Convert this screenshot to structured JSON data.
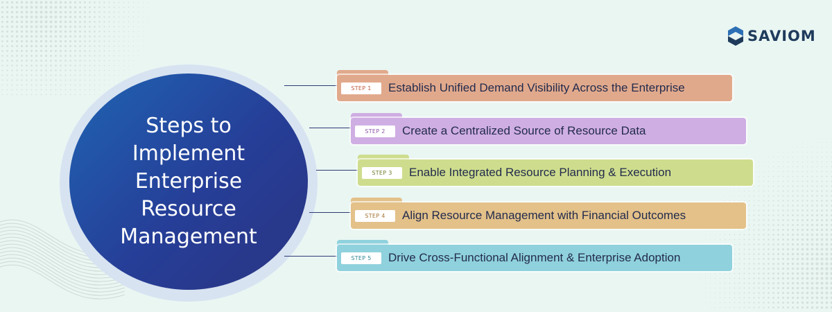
{
  "brand": {
    "name": "SAVIOM"
  },
  "center": {
    "title": "Steps to Implement Enterprise Resource Management"
  },
  "steps": [
    {
      "badge": "STEP 1",
      "text": "Establish Unified Demand Visibility Across the Enterprise",
      "color": "#e1a98c",
      "badge_color": "#c45a3c"
    },
    {
      "badge": "STEP 2",
      "text": "Create a Centralized Source of Resource Data",
      "color": "#cfaee3",
      "badge_color": "#8c55a8"
    },
    {
      "badge": "STEP 3",
      "text": "Enable Integrated Resource Planning & Execution",
      "color": "#cedd8d",
      "badge_color": "#6d7e2b"
    },
    {
      "badge": "STEP 4",
      "text": "Align Resource Management with Financial Outcomes",
      "color": "#e3c189",
      "badge_color": "#a37232"
    },
    {
      "badge": "STEP 5",
      "text": "Drive Cross-Functional Alignment & Enterprise Adoption",
      "color": "#8fd1dc",
      "badge_color": "#2f8796"
    }
  ]
}
